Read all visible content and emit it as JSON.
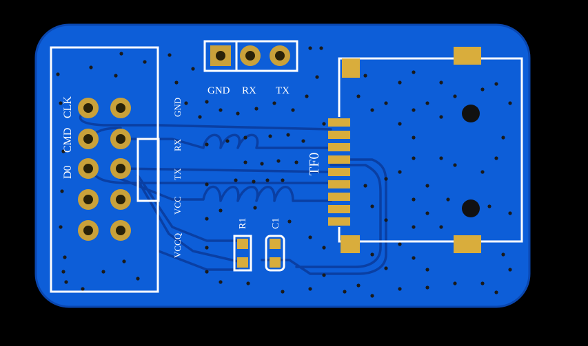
{
  "board": {
    "colors": {
      "background": "#000000",
      "copper": "#0d5ed8",
      "trace": "#0a3fa3",
      "silkscreen": "#ffffff",
      "pad": "#d9ad3c",
      "mount_hole": "#111111"
    }
  },
  "header_top": {
    "pins": [
      "GND",
      "RX",
      "TX"
    ]
  },
  "left_connector": {
    "left_labels": [
      "CLK",
      "CMD",
      "D0"
    ]
  },
  "silk_labels": {
    "gnd": "GND",
    "rx": "RX",
    "tx": "TX",
    "vcc": "VCC",
    "vccq": "VCCQ"
  },
  "components": {
    "r1": "R1",
    "c1": "C1",
    "tf": "TF0"
  }
}
